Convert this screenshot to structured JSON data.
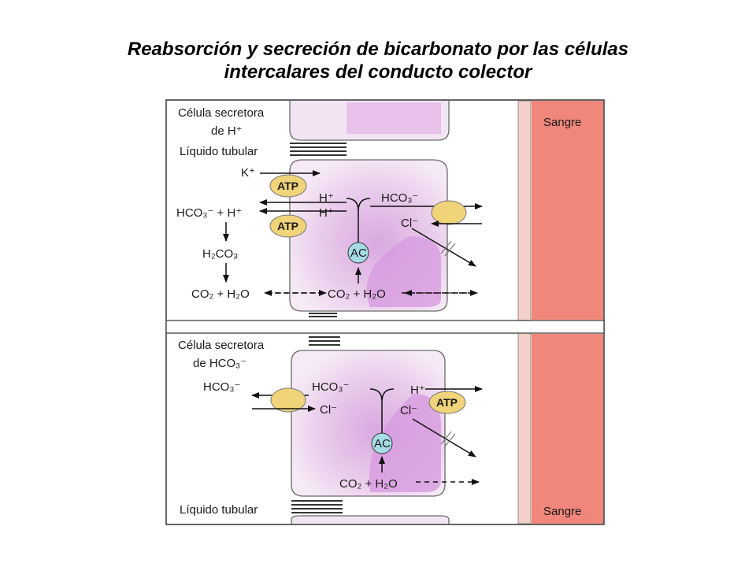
{
  "title": {
    "line1": "Reabsorción y secreción de bicarbonato por las células",
    "line2": "intercalares del conducto colector"
  },
  "top_panel": {
    "cell_label_1": "Célula secretora",
    "cell_label_2": "de H⁺",
    "lumen_label": "Líquido tubular",
    "blood_label": "Sangre",
    "k": "K⁺",
    "atp_1": "ATP",
    "atp_2": "ATP",
    "h_1": "H⁺",
    "h_2": "H⁺",
    "hco3_lumen": "HCO₃⁻ + H⁺",
    "h2co3": "H₂CO₃",
    "co2_lumen": "CO₂ + H₂O",
    "co2_cell": "CO₂ + H₂O",
    "hco3_cell": "HCO₃⁻",
    "cl": "Cl⁻",
    "ac": "AC"
  },
  "bottom_panel": {
    "cell_label_1": "Célula secretora",
    "cell_label_2": "de HCO₃⁻",
    "lumen_label": "Líquido tubular",
    "blood_label": "Sangre",
    "hco3_lumen": "HCO₃⁻",
    "cl_lumen": "Cl⁻",
    "hco3_cell": "HCO₃⁻",
    "h": "H⁺",
    "cl_cell": "Cl⁻",
    "atp": "ATP",
    "ac": "AC",
    "co2_cell": "CO₂ + H₂O"
  },
  "colors": {
    "blood": "#f0877a",
    "cytoplasm": "#e6bfe8",
    "atp_fill": "#f1d47a",
    "ac_fill": "#a6dce6"
  }
}
